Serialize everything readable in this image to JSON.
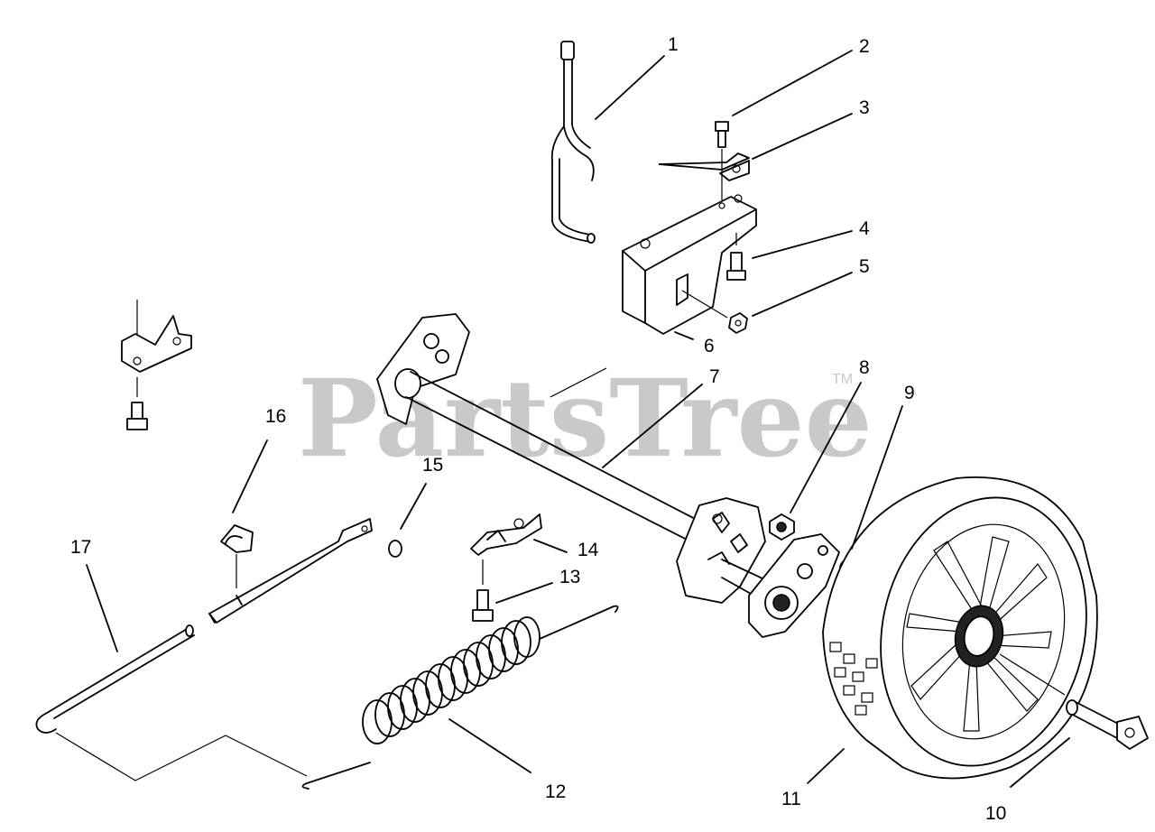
{
  "watermark": {
    "text": "PartsTree",
    "trademark": "TM"
  },
  "callouts": [
    {
      "id": "callout-1",
      "label": "1"
    },
    {
      "id": "callout-2",
      "label": "2"
    },
    {
      "id": "callout-3",
      "label": "3"
    },
    {
      "id": "callout-4",
      "label": "4"
    },
    {
      "id": "callout-5",
      "label": "5"
    },
    {
      "id": "callout-6",
      "label": "6"
    },
    {
      "id": "callout-7",
      "label": "7"
    },
    {
      "id": "callout-8",
      "label": "8"
    },
    {
      "id": "callout-9",
      "label": "9"
    },
    {
      "id": "callout-10",
      "label": "10"
    },
    {
      "id": "callout-11",
      "label": "11"
    },
    {
      "id": "callout-12",
      "label": "12"
    },
    {
      "id": "callout-13",
      "label": "13"
    },
    {
      "id": "callout-14",
      "label": "14"
    },
    {
      "id": "callout-15",
      "label": "15"
    },
    {
      "id": "callout-16",
      "label": "16"
    },
    {
      "id": "callout-17",
      "label": "17"
    }
  ]
}
